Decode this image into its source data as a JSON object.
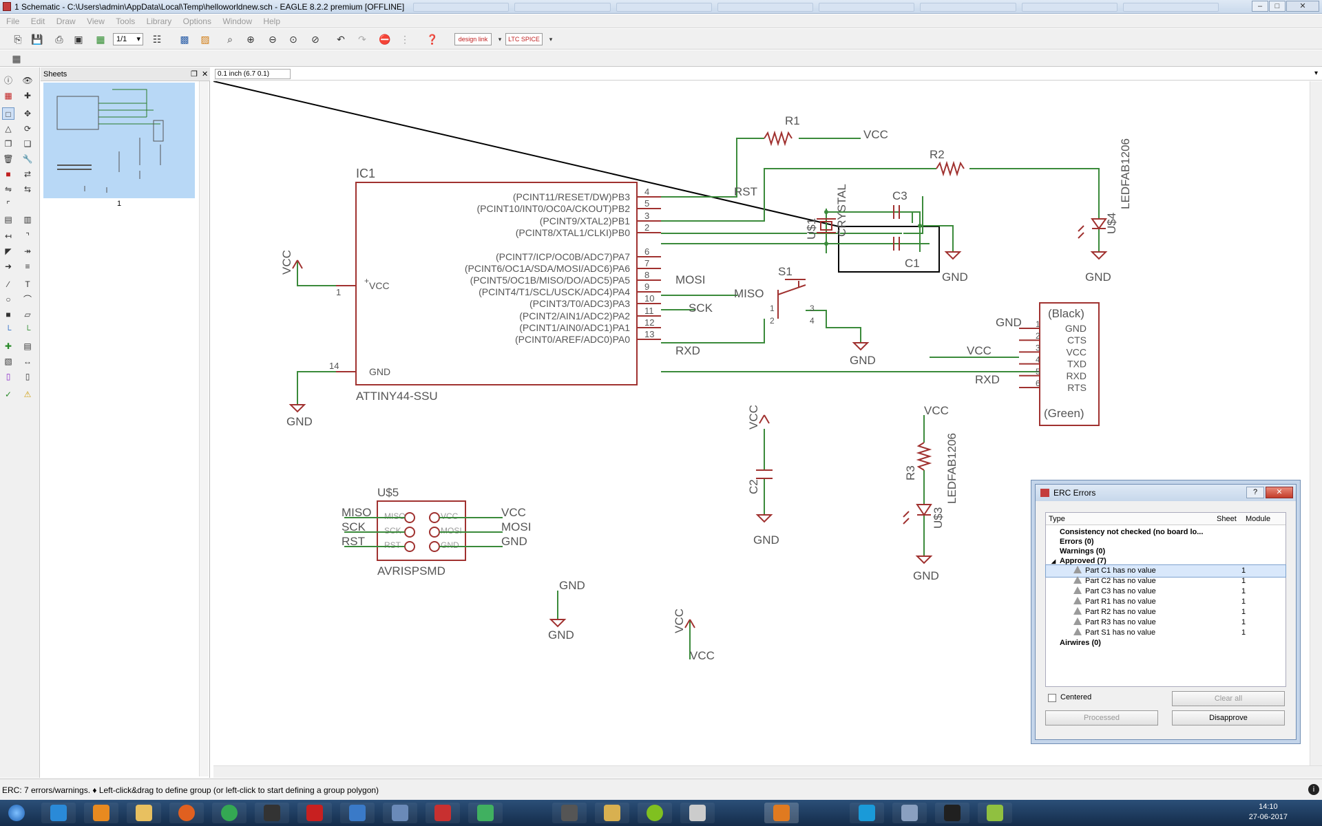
{
  "window": {
    "title": "1 Schematic - C:\\Users\\admin\\AppData\\Local\\Temp\\helloworldnew.sch - EAGLE 8.2.2 premium [OFFLINE]",
    "min": "–",
    "max": "□",
    "close": "✕"
  },
  "menu": [
    "File",
    "Edit",
    "Draw",
    "View",
    "Tools",
    "Library",
    "Options",
    "Window",
    "Help"
  ],
  "toolbar": {
    "sheet_select": "1/1",
    "design_link": "design link",
    "ltspice": "LTC SPICE"
  },
  "sheets_panel": {
    "title": "Sheets",
    "sheet_number": "1"
  },
  "coord": "0.1 inch (6.7 0.1)",
  "schematic": {
    "ic1": {
      "name": "IC1",
      "value": "ATTINY44-SSU",
      "left_pins": [
        "VCC",
        "GND"
      ],
      "left_pin_numbers": [
        "1",
        "14"
      ],
      "right_pins": [
        "(PCINT11/RESET/DW)PB3",
        "(PCINT10/INT0/OC0A/CKOUT)PB2",
        "(PCINT9/XTAL2)PB1",
        "(PCINT8/XTAL1/CLKI)PB0",
        "(PCINT7/ICP/OC0B/ADC7)PA7",
        "(PCINT6/OC1A/SDA/MOSI/ADC6)PA6",
        "(PCINT5/OC1B/MISO/DO/ADC5)PA5",
        "(PCINT4/T1/SCL/USCK/ADC4)PA4",
        "(PCINT3/T0/ADC3)PA3",
        "(PCINT2/AIN1/ADC2)PA2",
        "(PCINT1/AIN0/ADC1)PA1",
        "(PCINT0/AREF/ADC0)PA0"
      ],
      "right_pin_numbers": [
        "4",
        "5",
        "3",
        "2",
        "6",
        "7",
        "8",
        "9",
        "10",
        "11",
        "12",
        "13"
      ]
    },
    "net_labels": {
      "rst": "RST",
      "mosi": "MOSI",
      "miso": "MISO",
      "sck": "SCK",
      "rxd": "RXD",
      "vcc": "VCC",
      "gnd": "GND"
    },
    "parts": {
      "r1": "R1",
      "r2": "R2",
      "r3": "R3",
      "c1": "C1",
      "c2": "C2",
      "c3": "C3",
      "crystal": "CRYSTAL",
      "u1": "U$1",
      "s1": "S1",
      "u4": "U$4",
      "u3": "U$3",
      "led_value": "LEDFAB1206",
      "u5": "U$5",
      "avr_value": "AVRISPSMD",
      "switch_pins": [
        "1",
        "2",
        "3",
        "4"
      ]
    },
    "ftdi": {
      "top": "(Black)",
      "bottom": "(Green)",
      "pins": [
        "GND",
        "CTS",
        "VCC",
        "TXD",
        "RXD",
        "RTS"
      ],
      "pin_numbers": [
        "1",
        "2",
        "3",
        "4",
        "5",
        "6"
      ]
    },
    "avrisp_pins": {
      "left": [
        "MISO",
        "SCK",
        "RST"
      ],
      "right": [
        "VCC",
        "MOSI",
        "GND"
      ]
    }
  },
  "erc_dialog": {
    "title": "ERC Errors",
    "help": "?",
    "columns": [
      "Type",
      "Sheet",
      "Module"
    ],
    "rows": [
      {
        "text": "Consistency not checked (no board lo...",
        "bold": true,
        "sheet": ""
      },
      {
        "text": "Errors (0)",
        "bold": true,
        "sheet": ""
      },
      {
        "text": "Warnings (0)",
        "bold": true,
        "sheet": ""
      },
      {
        "text": "Approved (7)",
        "bold": true,
        "sheet": ""
      },
      {
        "text": "Part C1 has no value",
        "bold": false,
        "sheet": "1",
        "selected": true
      },
      {
        "text": "Part C2 has no value",
        "bold": false,
        "sheet": "1"
      },
      {
        "text": "Part C3 has no value",
        "bold": false,
        "sheet": "1"
      },
      {
        "text": "Part R1 has no value",
        "bold": false,
        "sheet": "1"
      },
      {
        "text": "Part R2 has no value",
        "bold": false,
        "sheet": "1"
      },
      {
        "text": "Part R3 has no value",
        "bold": false,
        "sheet": "1"
      },
      {
        "text": "Part S1 has no value",
        "bold": false,
        "sheet": "1"
      },
      {
        "text": "Airwires (0)",
        "bold": true,
        "sheet": ""
      }
    ],
    "centered_label": "Centered",
    "clear_all": "Clear all",
    "processed": "Processed",
    "disapprove": "Disapprove"
  },
  "status": "ERC: 7 errors/warnings.  ♦ Left-click&drag to define group (or left-click to start defining a group polygon)",
  "clock": {
    "time": "14:10",
    "date": "27-06-2017"
  },
  "colors": {
    "symbol": "#a0312f",
    "net": "#3a8a3a",
    "text": "#555555",
    "thumb": "#b8d8f6"
  }
}
